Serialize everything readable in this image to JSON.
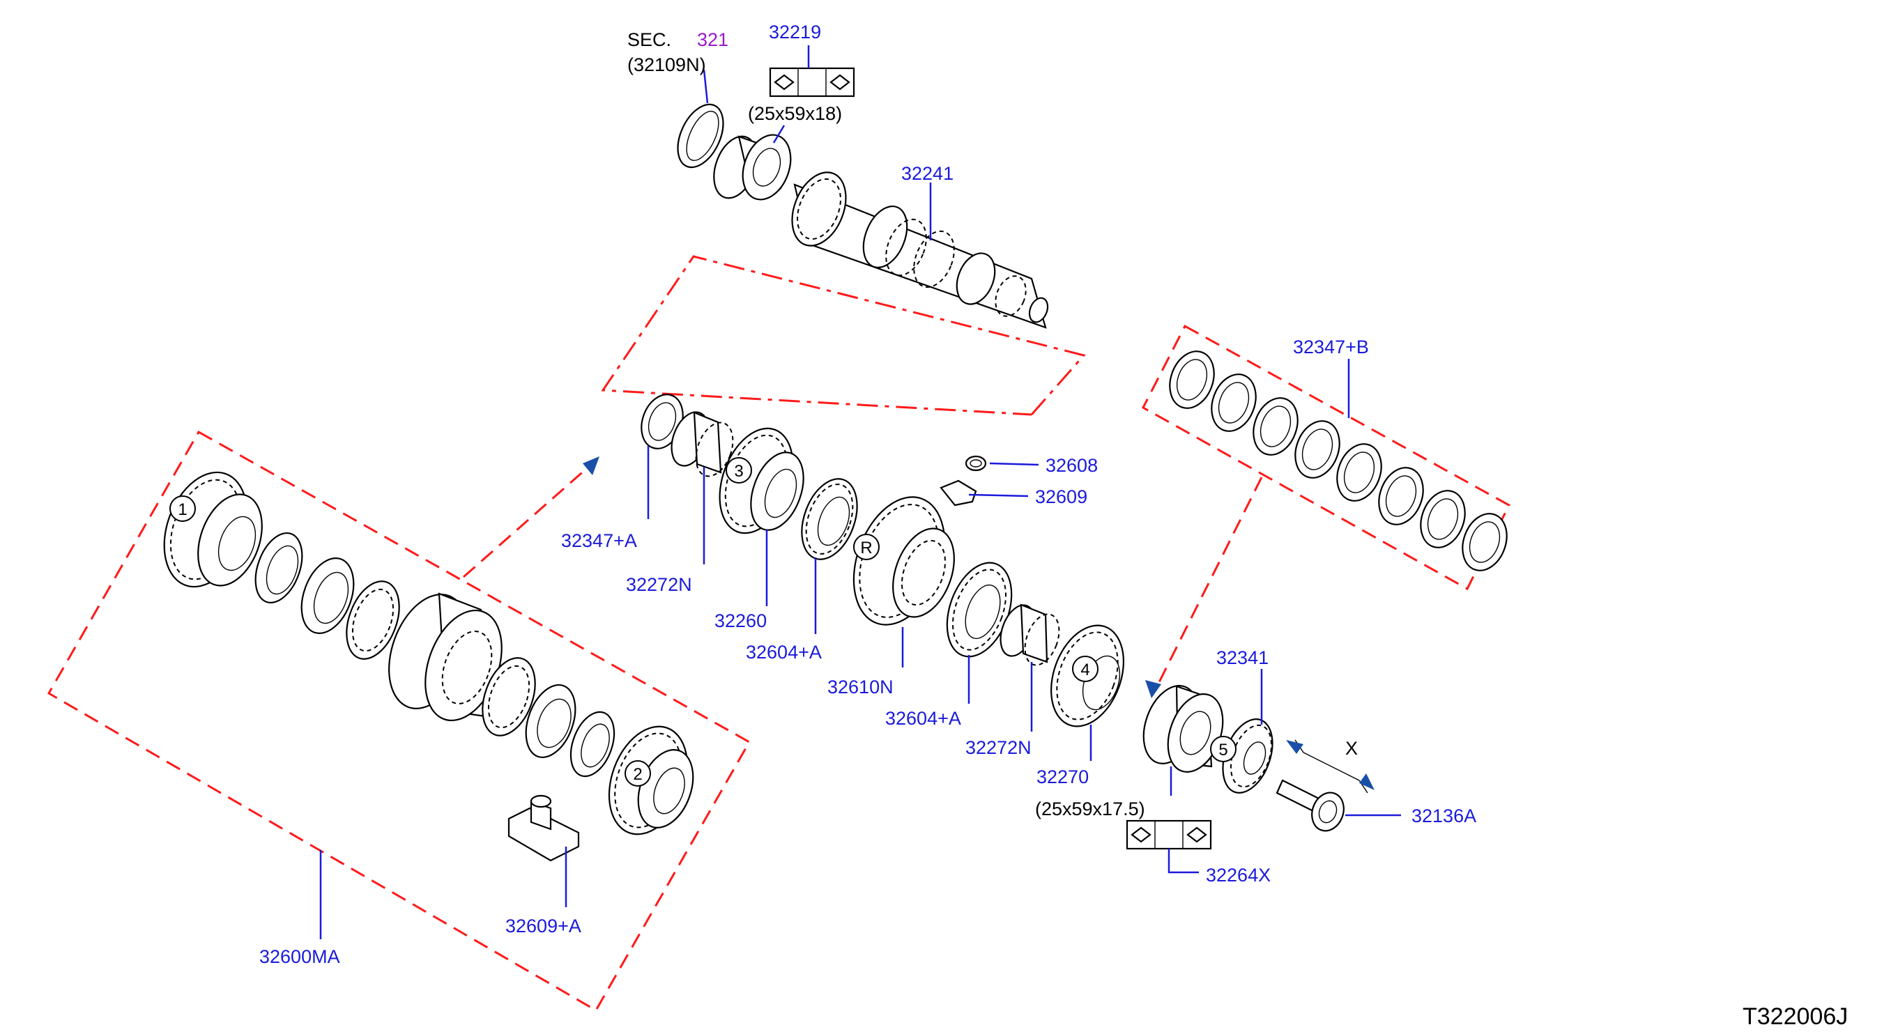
{
  "labels": {
    "sec": "SEC.",
    "sec_num": "321",
    "p32109n": "(32109N)",
    "p32219": "32219",
    "dim1": "(25x59x18)",
    "p32241": "32241",
    "p32347b": "32347+B",
    "p32608": "32608",
    "p32609": "32609",
    "p32347a": "32347+A",
    "p32272n_a": "32272N",
    "p32260": "32260",
    "p32604a_a": "32604+A",
    "p32610n": "32610N",
    "p32604a_b": "32604+A",
    "p32272n_b": "32272N",
    "p32270": "32270",
    "p32341": "32341",
    "x": "X",
    "p32136a": "32136A",
    "dim2": "(25x59x17.5)",
    "p32264x": "32264X",
    "p32600ma": "32600MA",
    "p32609a": "32609+A",
    "diagram_id": "T322006J"
  },
  "gear_marks": {
    "g1": "1",
    "g2": "2",
    "g3": "3",
    "gR": "R",
    "g4": "4",
    "g5": "5"
  },
  "colors": {
    "label": "#1a1adc",
    "callout_accent": "#9a18c8",
    "group_outline": "#ff1a1a",
    "arrow": "#1a4fa8"
  }
}
